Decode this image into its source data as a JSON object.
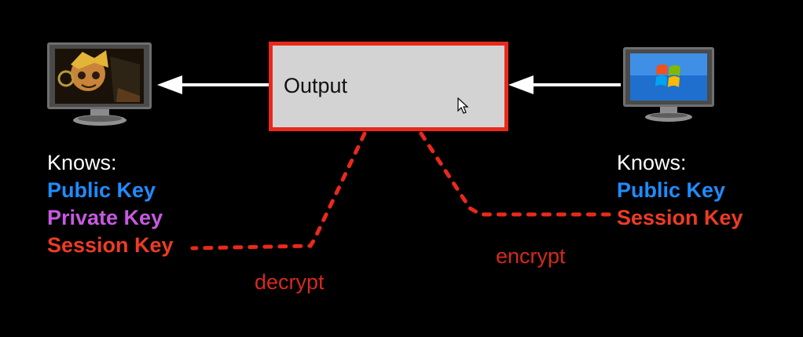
{
  "output_box": {
    "label": "Output"
  },
  "left_party": {
    "knows_title": "Knows:",
    "keys": [
      {
        "label": "Public Key",
        "kind": "public"
      },
      {
        "label": "Private Key",
        "kind": "private"
      },
      {
        "label": "Session Key",
        "kind": "session"
      }
    ]
  },
  "right_party": {
    "knows_title": "Knows:",
    "keys": [
      {
        "label": "Public Key",
        "kind": "public"
      },
      {
        "label": "Session Key",
        "kind": "session"
      }
    ]
  },
  "operations": {
    "decrypt": "decrypt",
    "encrypt": "encrypt"
  },
  "colors": {
    "background": "#000000",
    "output_fill": "#d3d3d3",
    "output_border": "#e8291c",
    "public_key": "#1f8bff",
    "private_key": "#c65ae0",
    "session_key": "#ee3b24",
    "operation_text": "#d52a1c",
    "arrow": "#ffffff"
  },
  "icons": {
    "left_monitor": "monitor-cartoon-character-icon",
    "right_monitor": "monitor-windows-logo-icon",
    "cursor": "mouse-pointer-icon"
  }
}
